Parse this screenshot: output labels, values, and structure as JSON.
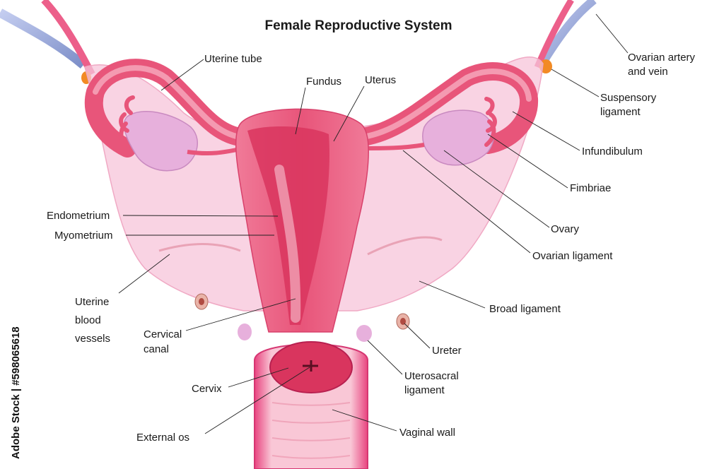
{
  "title": "Female Reproductive System",
  "watermark": "Adobe Stock | #598065618",
  "colors": {
    "uterus": "#e8557a",
    "uterus_light": "#f5a3b8",
    "uterus_dark": "#c93562",
    "ligament": "#f7c4d9",
    "ovary": "#e7b0dc",
    "vessel": "#9aaad6",
    "suspensory": "#f28a24",
    "vagina": "#ec4f86"
  },
  "labels": {
    "uterine_tube": "Uterine tube",
    "fundus": "Fundus",
    "uterus": "Uterus",
    "ovarian_artery_1": "Ovarian artery",
    "ovarian_artery_2": "and vein",
    "suspensory_1": "Suspensory",
    "suspensory_2": "ligament",
    "infundibulum": "Infundibulum",
    "fimbriae": "Fimbriae",
    "ovary": "Ovary",
    "ovarian_ligament": "Ovarian ligament",
    "endometrium": "Endometrium",
    "myometrium": "Myometrium",
    "uterine_vessels_1": "Uterine",
    "uterine_vessels_2": "blood",
    "uterine_vessels_3": "vessels",
    "broad_ligament": "Broad ligament",
    "cervical_canal_1": "Cervical",
    "cervical_canal_2": "canal",
    "ureter": "Ureter",
    "uterosacral_1": "Uterosacral",
    "uterosacral_2": "ligament",
    "cervix": "Cervix",
    "external_os": "External os",
    "vaginal_wall": "Vaginal wall"
  }
}
